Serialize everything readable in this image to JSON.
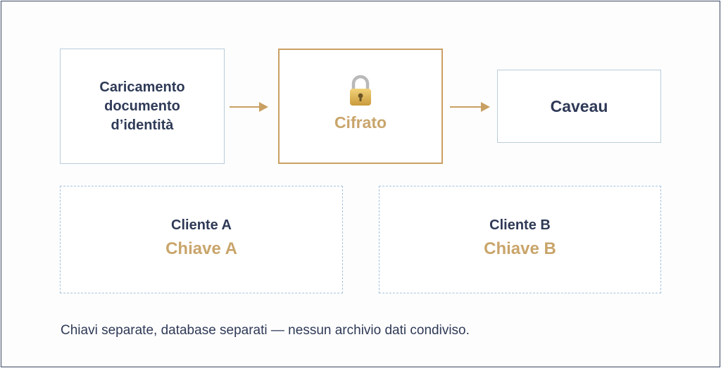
{
  "flow": {
    "upload": {
      "lines": [
        "Caricamento",
        "documento",
        "d’identità"
      ]
    },
    "encrypted": {
      "icon": "padlock-icon",
      "label": "Cifrato"
    },
    "vault": {
      "label": "Caveau"
    }
  },
  "clients": [
    {
      "name": "Cliente A",
      "key": "Chiave A"
    },
    {
      "name": "Cliente B",
      "key": "Chiave B"
    }
  ],
  "caption": "Chiavi separate, database separati — nessun archivio dati condiviso.",
  "colors": {
    "navy": "#2f3a57",
    "gold": "#c9a063",
    "light_blue_border": "#b9cdd9",
    "dashed_border": "#a9c3dc"
  }
}
